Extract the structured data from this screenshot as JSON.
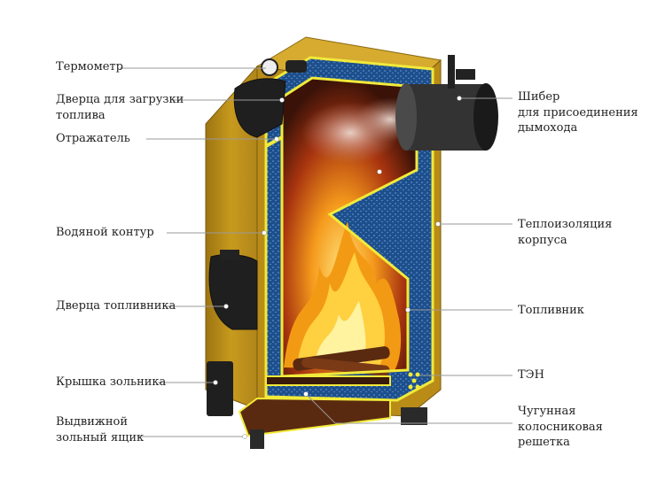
{
  "labels": {
    "left": {
      "thermometer": "Термометр",
      "load_door_1": "Дверца для загрузки",
      "load_door_2": "топлива",
      "reflector": "Отражатель",
      "water_circuit": "Водяной контур",
      "firebox_door": "Дверца топливника",
      "ash_lid": "Крышка зольника",
      "ash_drawer_1": "Выдвижной",
      "ash_drawer_2": "зольный ящик"
    },
    "right": {
      "damper": "Шибер",
      "flue_1": "для присоединения",
      "flue_2": "дымохода",
      "insulation_1": "Теплоизоляция",
      "insulation_2": "корпуса",
      "firebox": "Топливник",
      "heater": "ТЭН",
      "grate_1": "Чугунная",
      "grate_2": "колосниковая",
      "grate_3": "решетка"
    }
  },
  "colors": {
    "body_gold": "#c79a1e",
    "outline_yellow": "#f1ea3a",
    "insulation_blue": "#1d4f8c",
    "fire_orange": "#f28a16",
    "leader_line": "#9a9a9a"
  }
}
